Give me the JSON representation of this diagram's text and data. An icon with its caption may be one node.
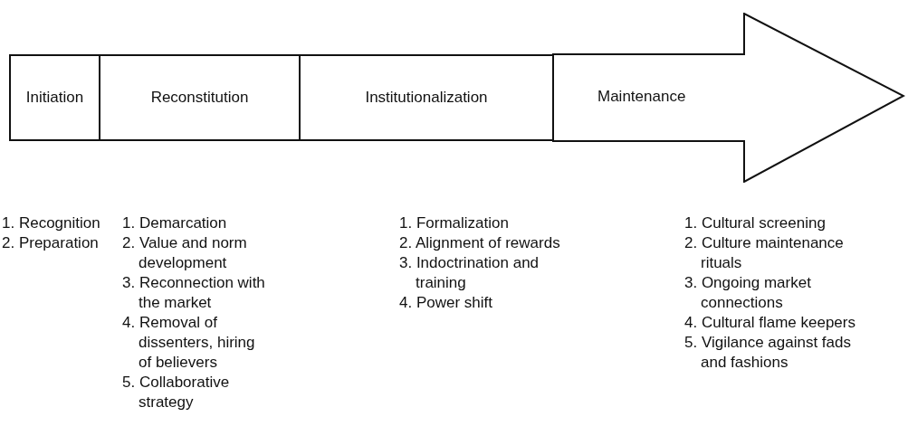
{
  "diagram": {
    "nodes": [
      {
        "text": [
          "Initiation"
        ],
        "beside": [
          "1. Recognition",
          "2. Preparation"
        ]
      },
      {
        "text": [
          "Reconstitution"
        ],
        "beside": [
          "1. Demarcation",
          "2. Value and norm development",
          "3. Reconnection with the market",
          "4. Removal of dissenters, hiring of believers",
          "5. Collaborative strategy"
        ]
      },
      {
        "text": [
          "Institutionalization"
        ],
        "beside": [
          "1. Formalization",
          "2. Alignment of rewards",
          "3. Indoctrination and training",
          "4. Power shift"
        ]
      },
      {
        "text": [
          "Maintenance"
        ],
        "beside": [
          "1. Cultural screening",
          "2. Culture maintenance rituals",
          "3. Ongoing market connections",
          "4. Cultural flame keepers",
          "5. Vigilance against fads and fashions"
        ]
      }
    ]
  }
}
